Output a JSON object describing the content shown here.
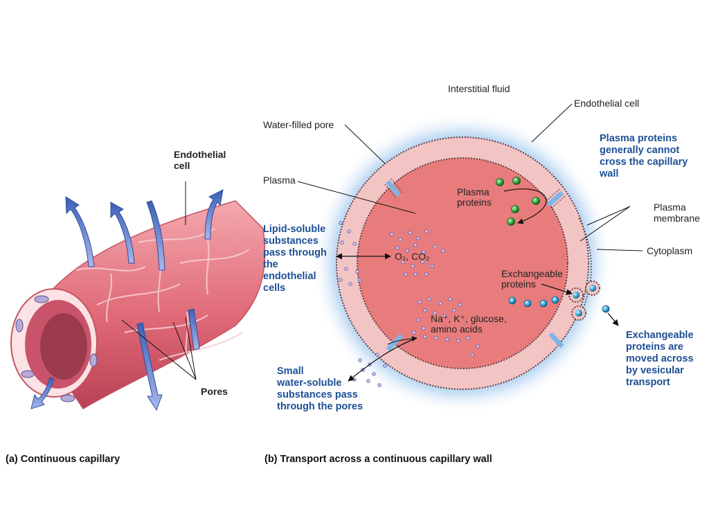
{
  "panel_a": {
    "caption": "(a)  Continuous capillary",
    "endothelial_cell": "Endothelial\ncell",
    "pores": "Pores"
  },
  "panel_b": {
    "caption": "(b)  Transport across a continuous capillary wall",
    "interstitial_fluid": "Interstitial fluid",
    "endothelial_cell": "Endothelial cell",
    "water_filled_pore": "Water-filled pore",
    "plasma": "Plasma",
    "plasma_proteins": "Plasma\nproteins",
    "plasma_proteins_note": "Plasma proteins\ngenerally cannot\ncross the capillary\nwall",
    "plasma_membrane": "Plasma\nmembrane",
    "cytoplasm": "Cytoplasm",
    "lipid_soluble": "Lipid-soluble\nsubstances\npass through\nthe\nendothelial\ncells",
    "gases": "O₂, CO₂",
    "exchangeable_proteins": "Exchangeable\nproteins",
    "ions": "Na⁺, K⁺, glucose,\namino acids",
    "small_water_soluble": "Small\nwater-soluble\nsubstances pass\nthrough the pores",
    "vesicular_transport": "Exchangeable\nproteins are\nmoved across\nby vesicular\ntransport"
  },
  "colors": {
    "plasma_fill": "#e87c7c",
    "wall_fill": "#f2c4c4",
    "interstitial_glow": "#7fb4e6",
    "annotation_blue": "#1c4f95",
    "plasma_protein_green": "#2eaa3c",
    "exchangeable_protein_cyan": "#35a8e0",
    "small_molecule_purple": "#6a5fb0"
  }
}
